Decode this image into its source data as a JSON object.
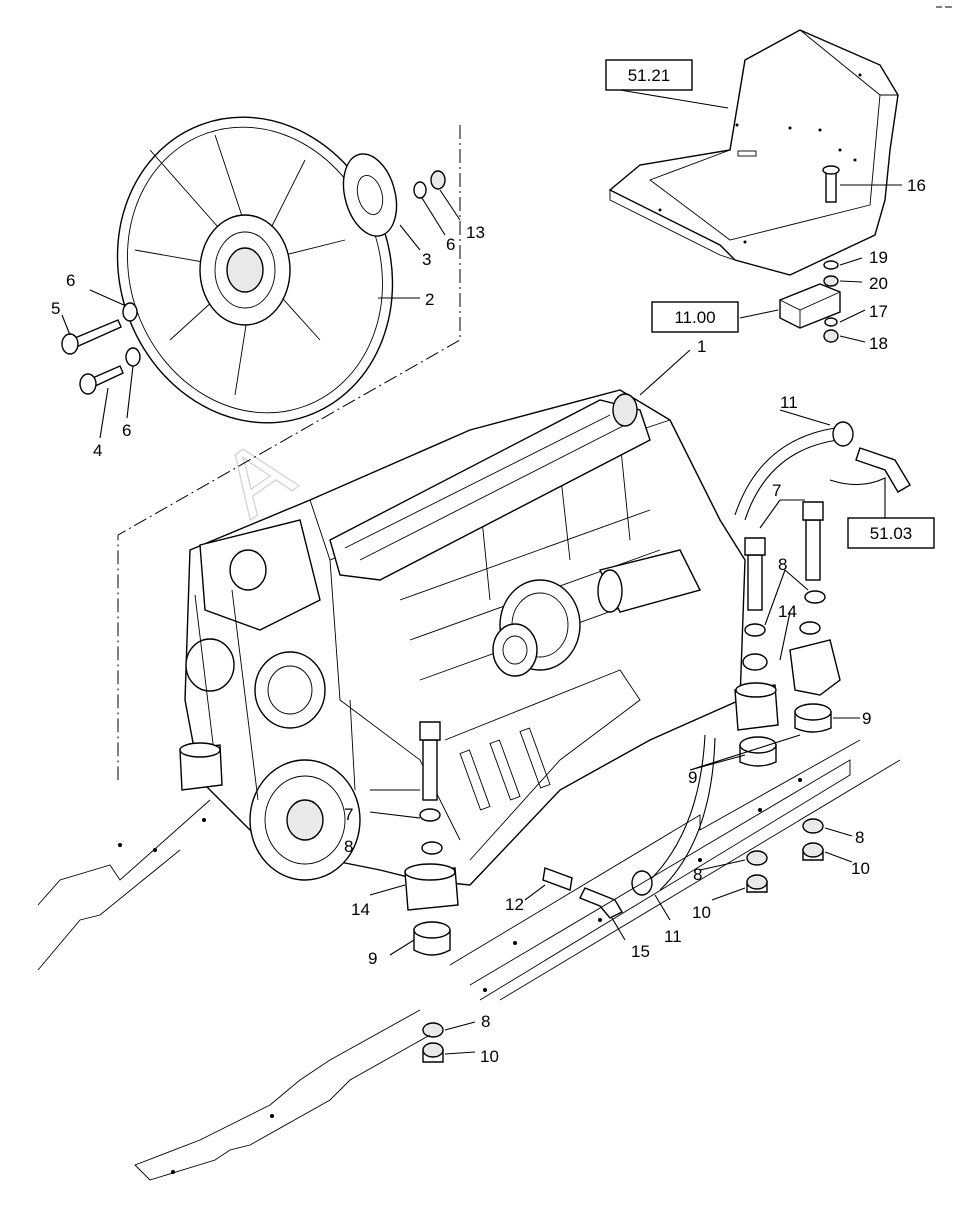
{
  "diagram": {
    "corner_mark": "",
    "callouts": [
      {
        "id": "c1",
        "text": "1"
      },
      {
        "id": "c2",
        "text": "2"
      },
      {
        "id": "c3",
        "text": "3"
      },
      {
        "id": "c4",
        "text": "4"
      },
      {
        "id": "c5",
        "text": "5"
      },
      {
        "id": "c6a",
        "text": "6"
      },
      {
        "id": "c6b",
        "text": "6"
      },
      {
        "id": "c6c",
        "text": "6"
      },
      {
        "id": "c7a",
        "text": "7"
      },
      {
        "id": "c7b",
        "text": "7"
      },
      {
        "id": "c8a",
        "text": "8"
      },
      {
        "id": "c8b",
        "text": "8"
      },
      {
        "id": "c8c",
        "text": "8"
      },
      {
        "id": "c8d",
        "text": "8"
      },
      {
        "id": "c8e",
        "text": "8"
      },
      {
        "id": "c9a",
        "text": "9"
      },
      {
        "id": "c9b",
        "text": "9"
      },
      {
        "id": "c9c",
        "text": "9"
      },
      {
        "id": "c10a",
        "text": "10"
      },
      {
        "id": "c10b",
        "text": "10"
      },
      {
        "id": "c10c",
        "text": "10"
      },
      {
        "id": "c11a",
        "text": "11"
      },
      {
        "id": "c11b",
        "text": "11"
      },
      {
        "id": "c12",
        "text": "12"
      },
      {
        "id": "c13",
        "text": "13"
      },
      {
        "id": "c14a",
        "text": "14"
      },
      {
        "id": "c14b",
        "text": "14"
      },
      {
        "id": "c15",
        "text": "15"
      },
      {
        "id": "c16",
        "text": "16"
      },
      {
        "id": "c17",
        "text": "17"
      },
      {
        "id": "c18",
        "text": "18"
      },
      {
        "id": "c19",
        "text": "19"
      },
      {
        "id": "c20",
        "text": "20"
      }
    ],
    "references": [
      {
        "id": "r5121",
        "text": "51.21"
      },
      {
        "id": "r1100",
        "text": "11.00"
      },
      {
        "id": "r5103",
        "text": "51.03"
      }
    ]
  }
}
